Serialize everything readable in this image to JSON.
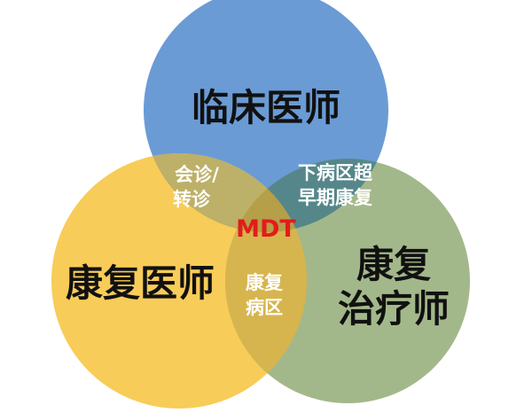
{
  "diagram": {
    "sets": {
      "clinical": {
        "label": "临床医师",
        "color": "#6A9BD5"
      },
      "rehab_doctor": {
        "label": "康复医师",
        "color": "#F8CC58"
      },
      "rehab_therapist": {
        "label_line1": "康复",
        "label_line2": "治疗师",
        "color": "#A3B88A"
      }
    },
    "overlaps": {
      "clinical_rehab_doctor": {
        "line1": "会诊/",
        "line2": "转诊"
      },
      "clinical_rehab_therapist": {
        "line1": "下病区超",
        "line2": "早期康复"
      },
      "rehab_doctor_rehab_therapist": {
        "line1": "康复",
        "line2": "病区"
      }
    },
    "center": {
      "label": "MDT",
      "color": "#E41B1B"
    }
  }
}
